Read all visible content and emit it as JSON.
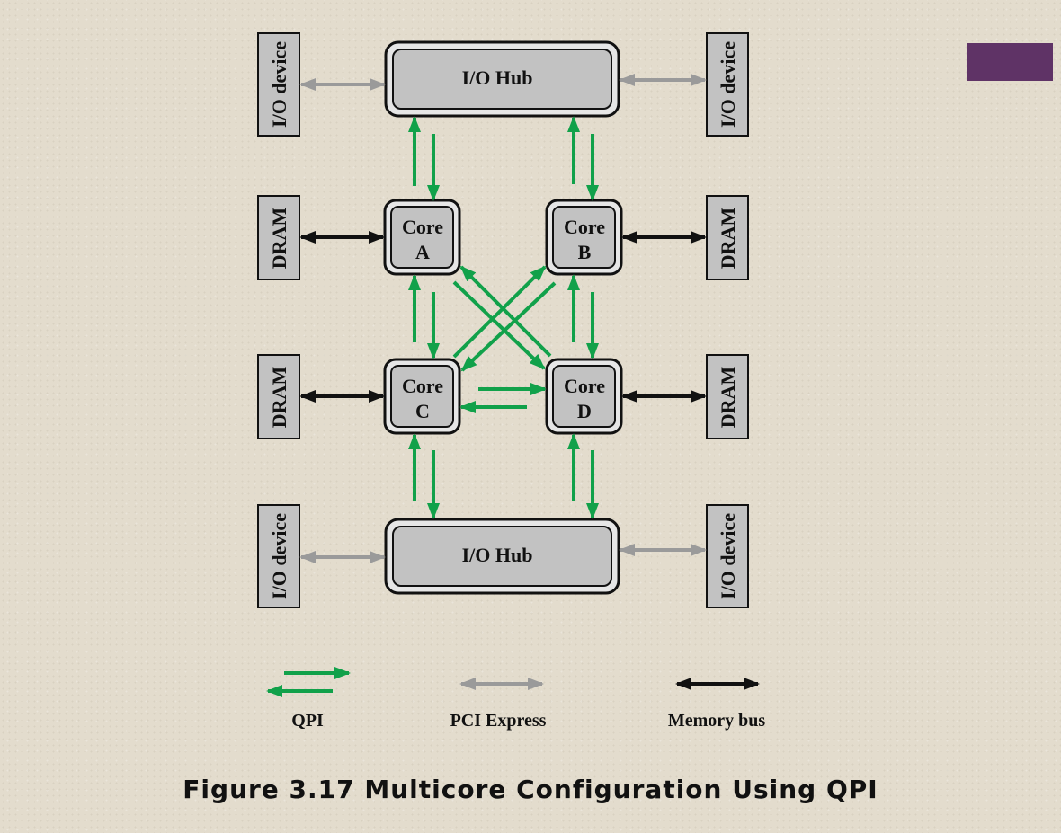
{
  "nodes": {
    "io_hub_top": "I/O Hub",
    "io_hub_bottom": "I/O Hub",
    "core_a": {
      "line1": "Core",
      "line2": "A"
    },
    "core_b": {
      "line1": "Core",
      "line2": "B"
    },
    "core_c": {
      "line1": "Core",
      "line2": "C"
    },
    "core_d": {
      "line1": "Core",
      "line2": "D"
    },
    "io_device_label": "I/O device",
    "dram_label": "DRAM"
  },
  "legend": {
    "qpi": "QPI",
    "pci_express": "PCI Express",
    "memory_bus": "Memory bus"
  },
  "caption": "Figure 3.17 Multicore Configuration Using QPI",
  "colors": {
    "qpi": "#11a14a",
    "pci": "#9a9a9a",
    "memory": "#111111",
    "node_fill": "#c2c2c2",
    "accent": "#5f3366"
  }
}
